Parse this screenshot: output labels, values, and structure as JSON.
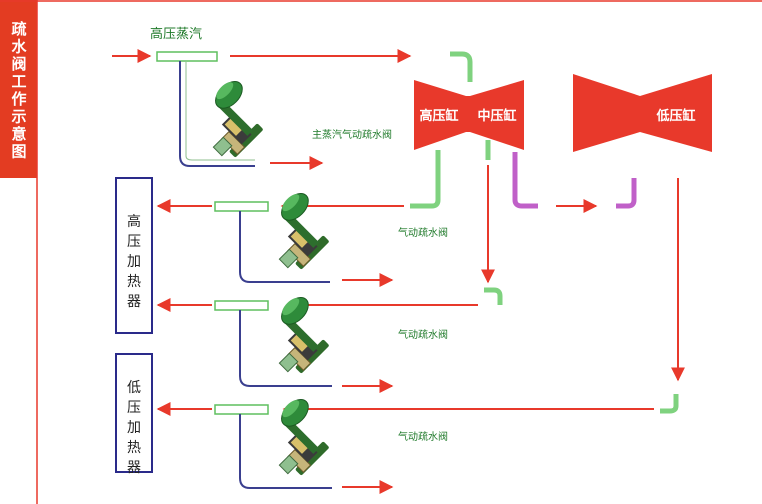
{
  "sidebar": {
    "title": "疏水阀工作示意图"
  },
  "labels": {
    "main_steam": "高压蒸汽",
    "main_valve": "主蒸汽气动疏水阀",
    "valve_1": "气动疏水阀",
    "valve_2": "气动疏水阀",
    "valve_3": "气动疏水阀",
    "hp_cylinder": "高压缸",
    "ip_cylinder": "中压缸",
    "lp_cylinder": "低压缸",
    "hp_heater": "高压加热器",
    "lp_heater": "低压加热器"
  },
  "colors": {
    "accent_red": "#e8392b",
    "sidebar_red": "#e33c22",
    "cylinder_red": "#e8392b",
    "pipe_green": "#7fd27f",
    "pipe_purple": "#c060c8",
    "pipe_navy": "#3a3f8f",
    "heater_border": "#2a2a8a",
    "label_green": "#1f7a2a"
  }
}
